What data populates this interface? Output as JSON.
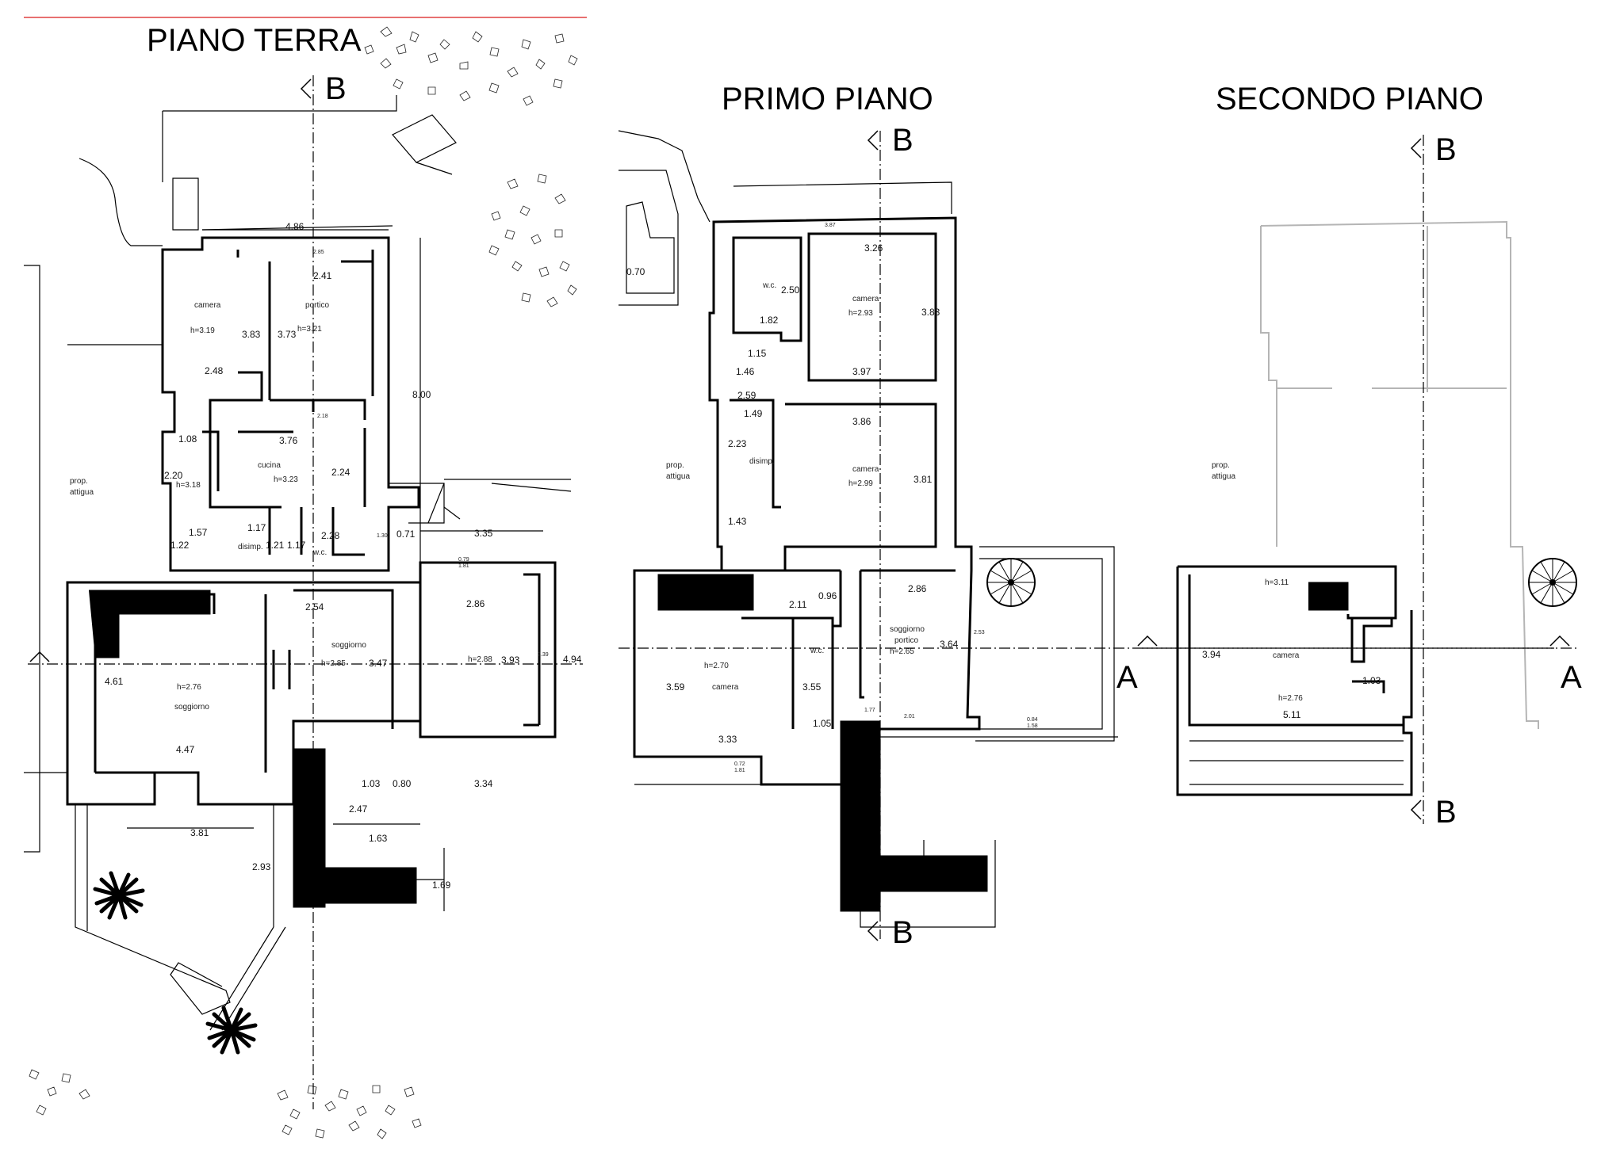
{
  "floors": [
    {
      "id": "piano-terra",
      "title": "PIANO TERRA",
      "rooms": [
        {
          "name": "camera",
          "height": "h=3.19"
        },
        {
          "name": "portico",
          "height": "h=3.21"
        },
        {
          "name": "cucina",
          "height": "h=3.23"
        },
        {
          "name": "disimp.",
          "height": ""
        },
        {
          "name": "w.c.",
          "height": ""
        },
        {
          "name": "soggiorno",
          "height": "h=2.85"
        },
        {
          "name": "soggiorno",
          "height": "h=2.76"
        },
        {
          "name": "",
          "height": "h=2.88"
        },
        {
          "name": "",
          "height": "h=3.18"
        }
      ],
      "neighbor": [
        "prop.",
        "attigua"
      ],
      "dims": [
        "4.86",
        "2.85",
        "2.41",
        "3.83",
        "3.73",
        "2.48",
        "8.00",
        "2.18",
        "3.76",
        "1.08",
        "2.20",
        "2.24",
        "1.57",
        "1.17",
        "1.22",
        "1.21",
        "1.17",
        "2.28",
        "1.30",
        "0.71",
        "3.35",
        "2.54",
        "2.86",
        "3.47",
        "3.93",
        "4.94",
        "4.61",
        "4.47",
        "1.03",
        "0.80",
        "3.34",
        "2.47",
        "3.81",
        "1.63",
        "2.93",
        "1.69",
        "2.39",
        "0.79",
        "1.81"
      ]
    },
    {
      "id": "primo-piano",
      "title": "PRIMO PIANO",
      "rooms": [
        {
          "name": "w.c.",
          "height": ""
        },
        {
          "name": "camera",
          "height": "h=2.93"
        },
        {
          "name": "disimp.",
          "height": ""
        },
        {
          "name": "camera",
          "height": "h=2.99"
        },
        {
          "name": "camera",
          "height": "h=2.70"
        },
        {
          "name": "w.c.",
          "height": ""
        },
        {
          "name": "soggiorno",
          "height": ""
        },
        {
          "name": "portico",
          "height": "h=2.65"
        }
      ],
      "neighbor": [
        "prop.",
        "attigua"
      ],
      "dims": [
        "0.70",
        "3.87",
        "3.26",
        "2.50",
        "1.82",
        "3.83",
        "1.15",
        "1.46",
        "3.97",
        "2.59",
        "1.49",
        "3.86",
        "2.23",
        "3.81",
        "1.43",
        "2.86",
        "2.11",
        "0.96",
        "3.59",
        "3.55",
        "3.64",
        "3.33",
        "1.05",
        "2.53",
        "0.84",
        "1.58",
        "0.72",
        "1.81",
        "1.77",
        "2.01"
      ]
    },
    {
      "id": "secondo-piano",
      "title": "SECONDO PIANO",
      "rooms": [
        {
          "name": "camera",
          "height": "h=3.11"
        },
        {
          "name": "",
          "height": "h=2.76"
        }
      ],
      "neighbor": [
        "prop.",
        "attigua"
      ],
      "dims": [
        "3.94",
        "1.03",
        "5.11"
      ]
    }
  ],
  "sections": {
    "b": "B",
    "a": "A"
  }
}
